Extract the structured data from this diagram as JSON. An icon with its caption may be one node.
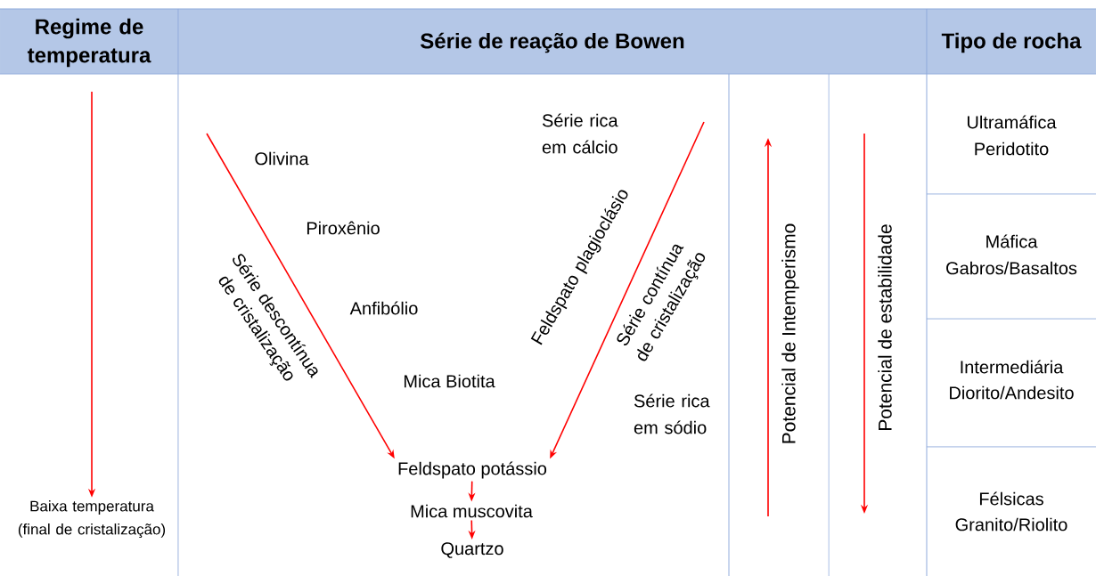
{
  "diagram": {
    "nodes": [
      {
        "text": [
          "Olivina"
        ]
      },
      {
        "text": [
          "Piroxênio"
        ]
      },
      {
        "text": [
          "Anfibólio"
        ]
      },
      {
        "text": [
          "Mica Biotita"
        ]
      },
      {
        "text": [
          "Série rica em cálcio"
        ]
      },
      {
        "text": [
          "Série rica em sódio"
        ]
      },
      {
        "text": [
          "Feldspato potássio"
        ]
      },
      {
        "text": [
          "Mica muscovita"
        ]
      },
      {
        "text": [
          "Quartzo"
        ]
      },
      {
        "text": [
          "Baixa temperatura (final de cristalização)"
        ]
      }
    ],
    "edges": [
      {
        "from": null,
        "to": 6,
        "arrow": "to",
        "label": "Série descontínua de cristalização"
      },
      {
        "from": null,
        "to": 6,
        "arrow": "to",
        "label": "Feldspato plagioclásio"
      },
      {
        "from": 6,
        "to": 7,
        "arrow": "to"
      },
      {
        "from": 7,
        "to": 8,
        "arrow": "to"
      },
      {
        "from": null,
        "to": 9,
        "arrow": "to"
      }
    ],
    "labels": [
      "Regime de temperatura",
      "Série de reação de Bowen",
      "Tipo de rocha",
      "Potencial de Intemperismo",
      "Potencial de estabilidade",
      "Ultramáfica",
      "Peridotito",
      "Máfica",
      "Gabros/Basaltos",
      "Intermediária",
      "Diorito/Andesito",
      "Félsicas",
      "Granito/Riolito",
      "Série contínua de cristalização"
    ]
  }
}
